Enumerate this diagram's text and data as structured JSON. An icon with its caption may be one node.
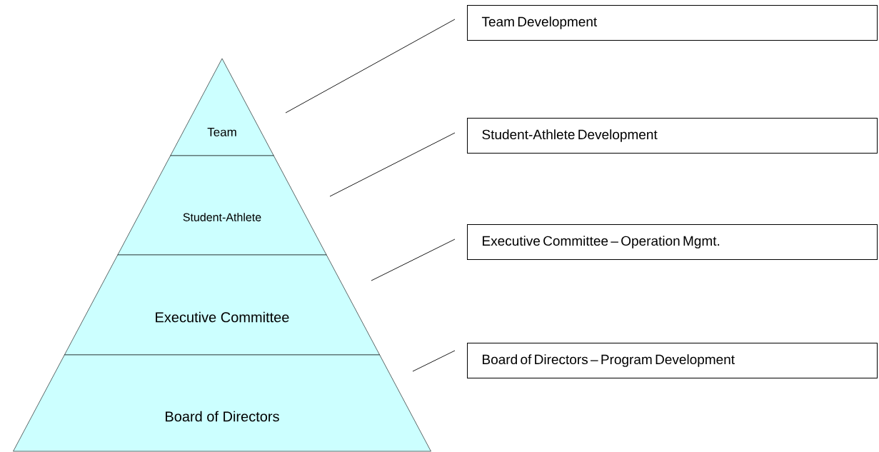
{
  "diagram": {
    "nodes": [
      {
        "text": [
          "Team"
        ]
      },
      {
        "text": [
          "Student-Athlete"
        ]
      },
      {
        "text": [
          "Executive Committee"
        ]
      },
      {
        "text": [
          "Board of Directors"
        ]
      },
      {
        "text": [
          "Team Development"
        ]
      },
      {
        "text": [
          "Student-Athlete Development"
        ]
      },
      {
        "text": [
          "Executive Committee – Operation Mgmt."
        ]
      },
      {
        "text": [
          "Board of Directors – Program Development"
        ]
      }
    ],
    "edges": [
      {
        "from": 0,
        "to": 4,
        "arrow": "none"
      },
      {
        "from": 1,
        "to": 5,
        "arrow": "none"
      },
      {
        "from": 2,
        "to": 6,
        "arrow": "none"
      },
      {
        "from": 3,
        "to": 7,
        "arrow": "none"
      }
    ]
  }
}
